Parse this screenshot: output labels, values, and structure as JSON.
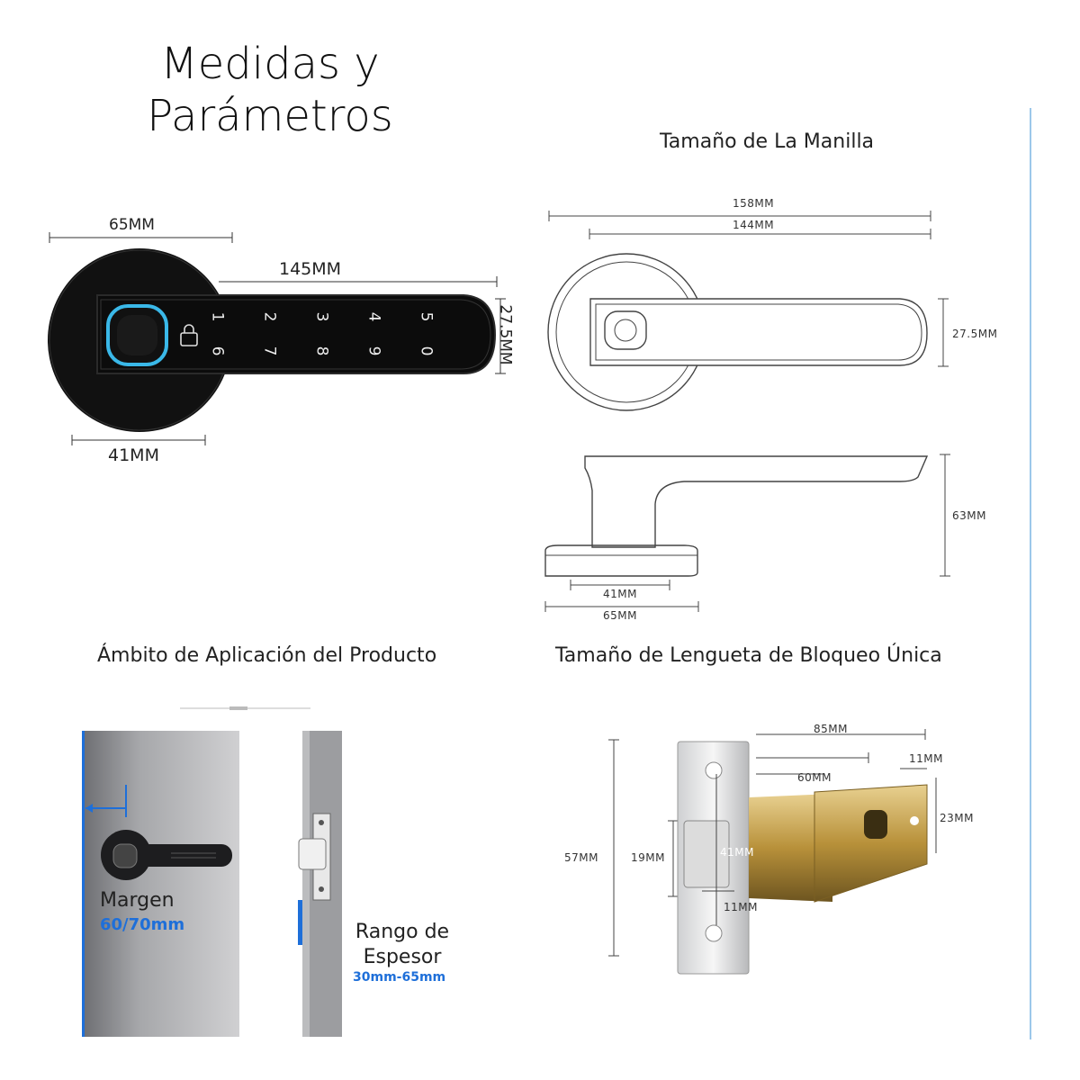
{
  "header": {
    "title_line1": "Medidas y",
    "title_line2": "Parámetros"
  },
  "handle_view": {
    "width_65": "65MM",
    "length_145": "145MM",
    "height_275": "27.5MM",
    "rose_41": "41MM",
    "keypad_top": [
      "1",
      "2",
      "3",
      "4",
      "5"
    ],
    "keypad_bottom": [
      "6",
      "7",
      "8",
      "9",
      "0"
    ]
  },
  "handle_size": {
    "heading": "Tamaño de La Manilla",
    "overall_158": "158MM",
    "lever_144": "144MM",
    "height_275": "27.5MM",
    "depth_63": "63MM",
    "base_41": "41MM",
    "base_65": "65MM"
  },
  "application": {
    "heading": "Ámbito de Aplicación del Producto",
    "margin_label": "Margen",
    "margin_value": "60/70mm",
    "thickness_line1": "Rango de",
    "thickness_line2": "Espesor",
    "thickness_value": "30mm-65mm"
  },
  "latch": {
    "heading": "Tamaño de Lengueta de Bloqueo Única",
    "len_85": "85MM",
    "len_60": "60MM",
    "len_11_top": "11MM",
    "h_23": "23MM",
    "h_57": "57MM",
    "h_19": "19MM",
    "d_41": "41MM",
    "w_11_bottom": "11MM"
  },
  "colors": {
    "accent_blue": "#1e6fd9",
    "fingerprint_ring": "#3ab8e8",
    "lock_black": "#111111",
    "brass": "#b8913a"
  }
}
